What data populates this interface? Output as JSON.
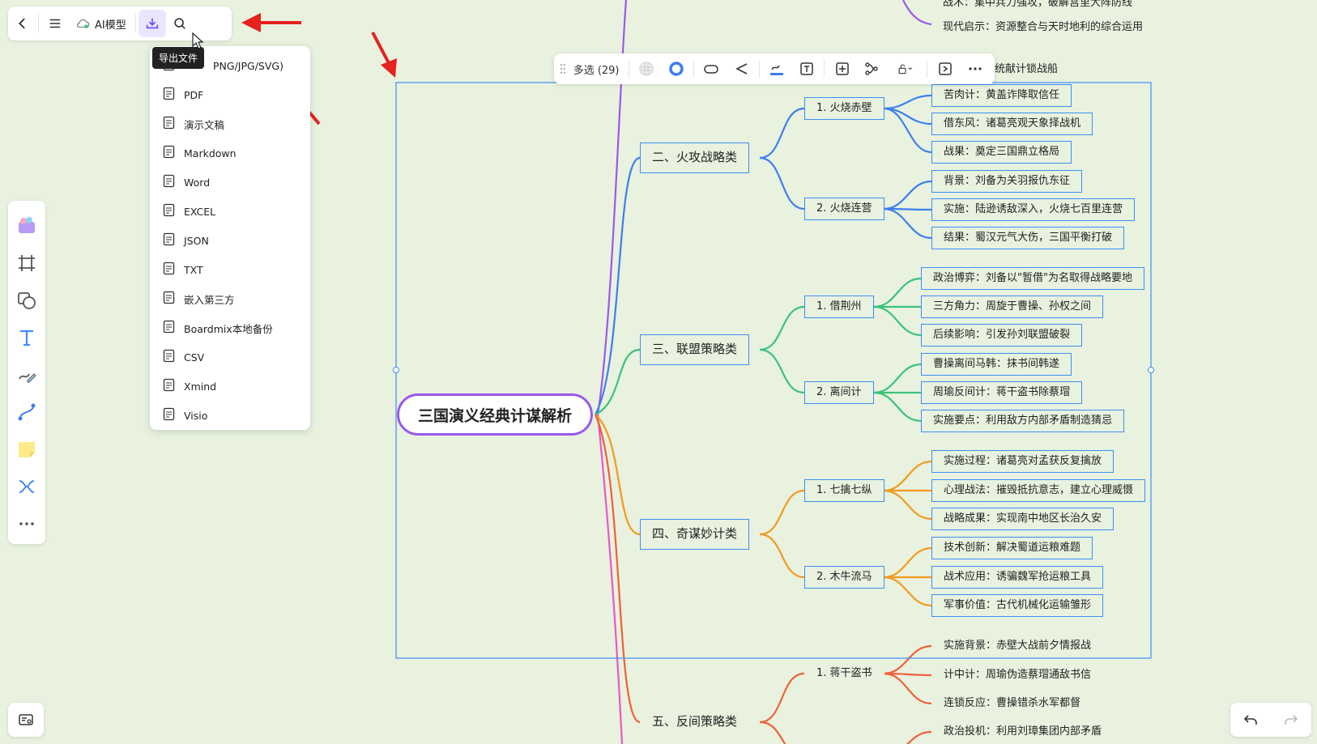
{
  "toolbar": {
    "ai_label": "AI模型",
    "tooltip": "导出文件"
  },
  "export_menu": {
    "items": [
      {
        "label": "PNG/JPG/SVG)",
        "icon": "image-icon"
      },
      {
        "label": "PDF",
        "icon": "pdf-icon"
      },
      {
        "label": "演示文稿",
        "icon": "presentation-icon"
      },
      {
        "label": "Markdown",
        "icon": "markdown-icon"
      },
      {
        "label": "Word",
        "icon": "word-icon"
      },
      {
        "label": "EXCEL",
        "icon": "excel-icon"
      },
      {
        "label": "JSON",
        "icon": "json-icon"
      },
      {
        "label": "TXT",
        "icon": "txt-icon"
      },
      {
        "label": "嵌入第三方",
        "icon": "embed-icon"
      },
      {
        "label": "Boardmix本地备份",
        "icon": "backup-icon"
      },
      {
        "label": "CSV",
        "icon": "csv-icon"
      },
      {
        "label": "Xmind",
        "icon": "xmind-icon"
      },
      {
        "label": "Visio",
        "icon": "visio-icon"
      }
    ]
  },
  "selection_toolbar": {
    "label": "多选 (29)"
  },
  "mindmap": {
    "root": "三国演义经典计谋解析",
    "top_text": {
      "partial": "战术：集中兵力强攻，破解宫里大阵防线",
      "modern": "现代启示：资源整合与天时地利的综合运用",
      "chain": "统献计锁战船"
    },
    "branches": [
      {
        "label": "二、火攻战略类",
        "color": "#3d7ef0",
        "subs": [
          {
            "label": "1. 火烧赤壁",
            "leaves": [
              "苦肉计：黄盖诈降取信任",
              "借东风：诸葛亮观天象择战机",
              "战果：奠定三国鼎立格局"
            ]
          },
          {
            "label": "2. 火烧连营",
            "leaves": [
              "背景：刘备为关羽报仇东征",
              "实施：陆逊诱敌深入，火烧七百里连营",
              "结果：蜀汉元气大伤，三国平衡打破"
            ]
          }
        ]
      },
      {
        "label": "三、联盟策略类",
        "color": "#3cc27a",
        "subs": [
          {
            "label": "1. 借荆州",
            "leaves": [
              "政治博弈：刘备以\"暂借\"为名取得战略要地",
              "三方角力：周旋于曹操、孙权之间",
              "后续影响：引发孙刘联盟破裂"
            ]
          },
          {
            "label": "2. 离间计",
            "leaves": [
              "曹操离间马韩：抹书间韩遂",
              "周瑜反间计：蒋干盗书除蔡瑁",
              "实施要点：利用敌方内部矛盾制造猜忌"
            ]
          }
        ]
      },
      {
        "label": "四、奇谋妙计类",
        "color": "#f39a1e",
        "subs": [
          {
            "label": "1. 七擒七纵",
            "leaves": [
              "实施过程：诸葛亮对孟获反复擒放",
              "心理战法：摧毁抵抗意志，建立心理威慑",
              "战略成果：实现南中地区长治久安"
            ]
          },
          {
            "label": "2. 木牛流马",
            "leaves": [
              "技术创新：解决蜀道运粮难题",
              "战术应用：诱骗魏军抢运粮工具",
              "军事价值：古代机械化运输雏形"
            ]
          }
        ]
      },
      {
        "label": "五、反间策略类",
        "color": "#f0603a",
        "subs": [
          {
            "label": "1. 蒋干盗书",
            "leaves": [
              "实施背景：赤壁大战前夕情报战",
              "计中计：周瑜伪造蔡瑁通敌书信",
              "连锁反应：曹操错杀水军都督"
            ]
          },
          {
            "label": "",
            "leaves": [
              "政治投机：利用刘璋集团内部矛盾"
            ]
          }
        ]
      }
    ]
  }
}
